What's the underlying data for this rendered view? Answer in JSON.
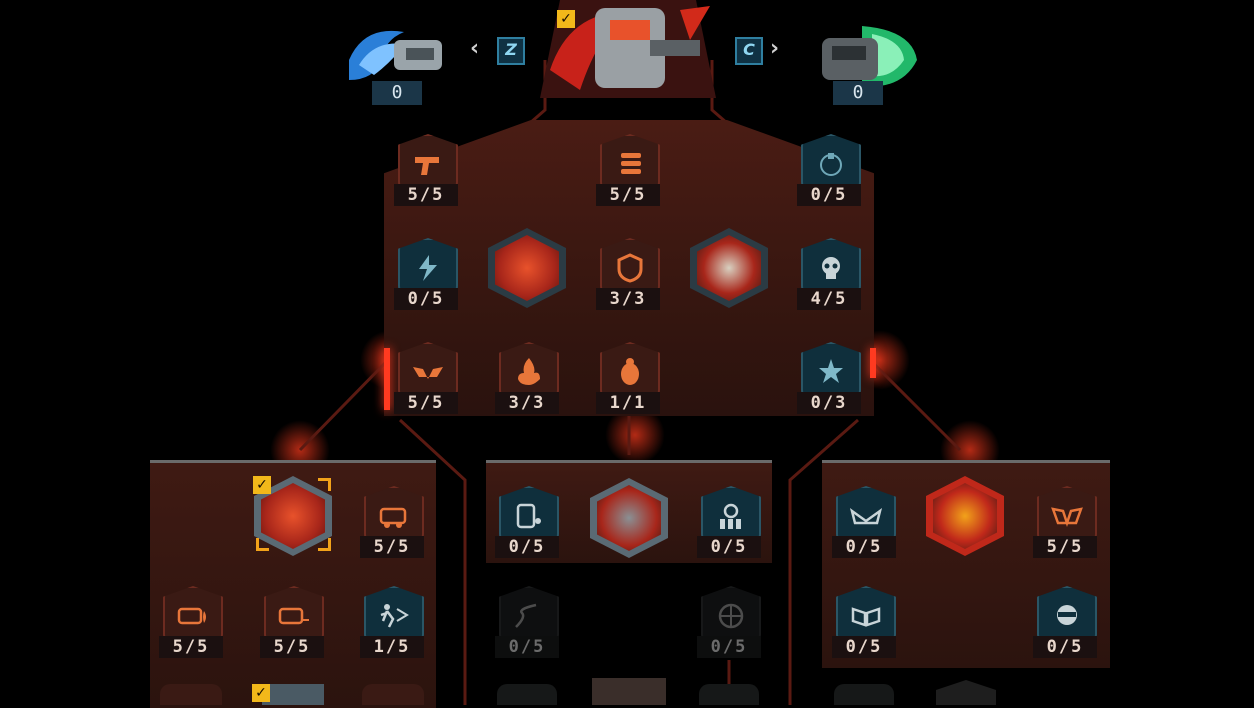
{
  "header": {
    "left_hero": {
      "count": "0",
      "key": "Z"
    },
    "right_hero": {
      "count": "0",
      "key": "C"
    }
  },
  "top_tree": {
    "row1": [
      {
        "name": "pistol-upgrade",
        "count": "5/5",
        "style": "red"
      },
      {
        "name": "ammo-upgrade",
        "count": "5/5",
        "style": "red"
      },
      {
        "name": "grenade-upgrade",
        "count": "0/5",
        "style": "blue"
      }
    ],
    "row2": [
      {
        "name": "strike-upgrade",
        "count": "0/5",
        "style": "blue"
      },
      {
        "name": "shield-upgrade",
        "count": "3/3",
        "style": "red"
      },
      {
        "name": "skull-upgrade",
        "count": "4/5",
        "style": "blue"
      }
    ],
    "row3": [
      {
        "name": "wing-badge-upgrade",
        "count": "5/5",
        "style": "red"
      },
      {
        "name": "flame-upgrade",
        "count": "3/3",
        "style": "red"
      },
      {
        "name": "beetle-upgrade",
        "count": "1/1",
        "style": "red"
      },
      {
        "name": "star-upgrade",
        "count": "0/3",
        "style": "blue"
      }
    ]
  },
  "left_tree": {
    "row1": [
      {
        "name": "vehicle-upgrade",
        "count": "5/5",
        "style": "red"
      }
    ],
    "row2": [
      {
        "name": "vehicle-fire-upgrade",
        "count": "5/5",
        "style": "red"
      },
      {
        "name": "vehicle-speed-upgrade",
        "count": "5/5",
        "style": "red"
      },
      {
        "name": "runner-upgrade",
        "count": "1/5",
        "style": "blue"
      }
    ]
  },
  "middle_tree": {
    "row1": [
      {
        "name": "phone-upgrade",
        "count": "0/5",
        "style": "blue"
      },
      {
        "name": "biohazard-upgrade",
        "count": "0/5",
        "style": "blue"
      }
    ],
    "row2": [
      {
        "name": "trail-upgrade",
        "count": "0/5",
        "style": "dim"
      },
      {
        "name": "target-upgrade",
        "count": "0/5",
        "style": "dim"
      }
    ]
  },
  "right_tree": {
    "row1": [
      {
        "name": "chevron-upgrade",
        "count": "0/5",
        "style": "blue"
      },
      {
        "name": "hourglass-upgrade",
        "count": "5/5",
        "style": "red"
      }
    ],
    "row2": [
      {
        "name": "flag-upgrade",
        "count": "0/5",
        "style": "blue"
      },
      {
        "name": "ninja-upgrade",
        "count": "0/5",
        "style": "blue"
      }
    ]
  },
  "colors": {
    "accent_red": "#e8522b",
    "accent_gold": "#f2b81a",
    "blue_badge": "#0f2f3c"
  }
}
